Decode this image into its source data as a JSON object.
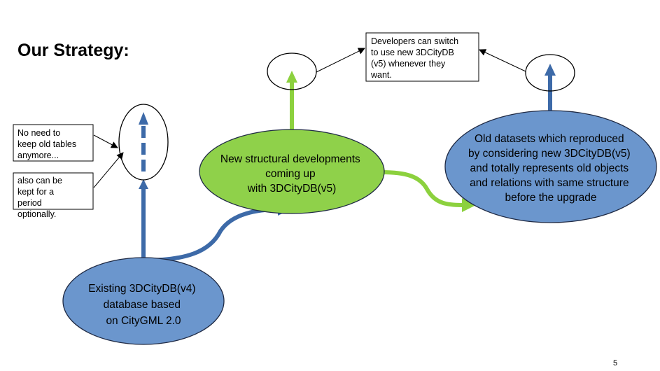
{
  "slide": {
    "title": "Our Strategy:",
    "page_number": "5"
  },
  "notes": {
    "left_top": [
      "No need to",
      "keep old tables",
      "anymore..."
    ],
    "left_bottom": [
      "also can be",
      "kept for a",
      "period",
      "optionally."
    ],
    "top_center": [
      "Developers can switch",
      "to use new 3DCityDB",
      "(v5) whenever they",
      "want."
    ]
  },
  "nodes": {
    "existing": [
      "Existing 3DCityDB(v4)",
      "database based",
      "on CityGML 2.0"
    ],
    "new_dev": [
      "New structural developments",
      "coming up",
      "with 3DCityDB(v5)"
    ],
    "old_datasets": [
      "Old datasets which reproduced",
      "by considering new 3DCityDB(v5)",
      "and totally represents old objects",
      "and relations with same structure",
      "before the upgrade"
    ]
  },
  "colors": {
    "blue_fill": "#6b96cd",
    "green_fill": "#8fd14a",
    "blue_arrow": "#3d6aa8",
    "green_arrow": "#8cd13e",
    "outline": "#1f2a44"
  }
}
